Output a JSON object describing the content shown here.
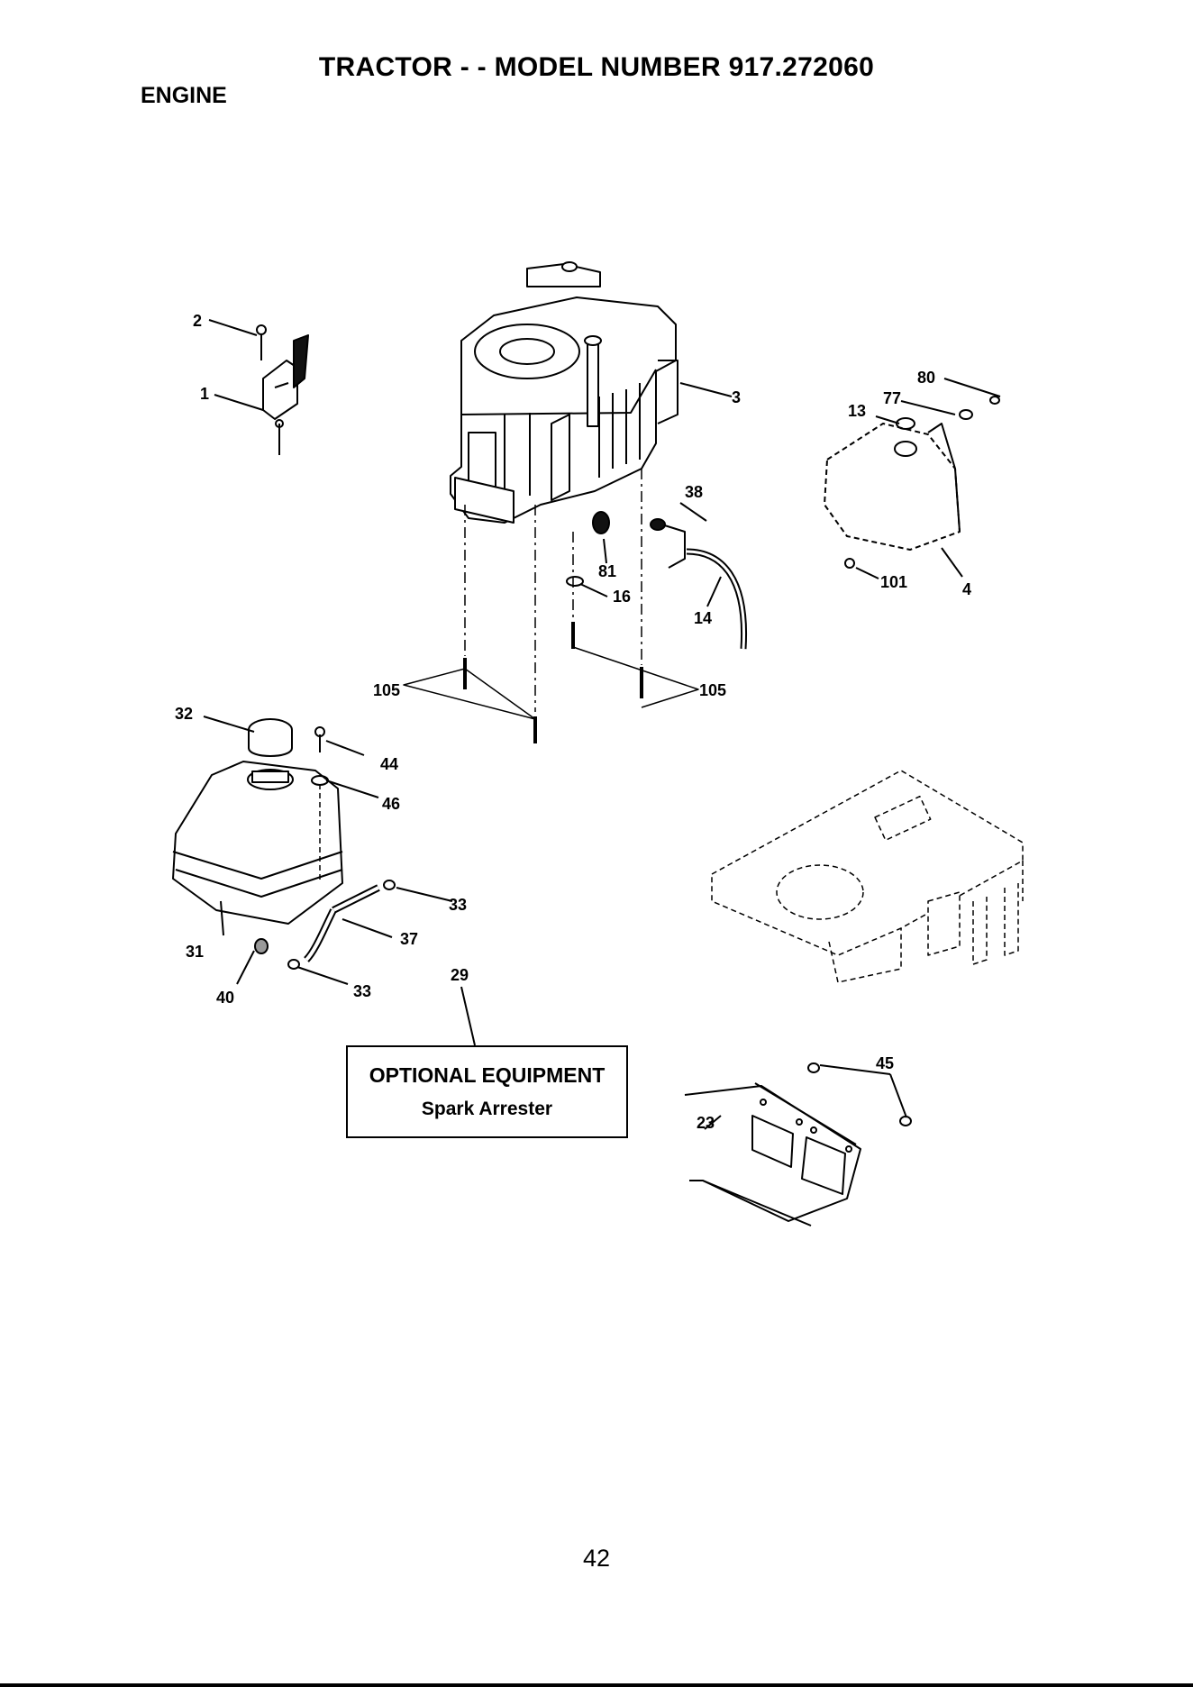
{
  "header": {
    "title": "TRACTOR - - MODEL NUMBER 917.272060",
    "section": "ENGINE"
  },
  "callouts": {
    "c1": "1",
    "c2": "2",
    "c3": "3",
    "c4": "4",
    "c13": "13",
    "c14": "14",
    "c16": "16",
    "c23": "23",
    "c29": "29",
    "c31": "31",
    "c32": "32",
    "c33a": "33",
    "c33b": "33",
    "c37": "37",
    "c38": "38",
    "c40": "40",
    "c44": "44",
    "c45": "45",
    "c46": "46",
    "c77": "77",
    "c80": "80",
    "c81": "81",
    "c101": "101",
    "c105a": "105",
    "c105b": "105"
  },
  "optional_box": {
    "title": "OPTIONAL EQUIPMENT",
    "subtitle": "Spark Arrester"
  },
  "page_number": "42"
}
